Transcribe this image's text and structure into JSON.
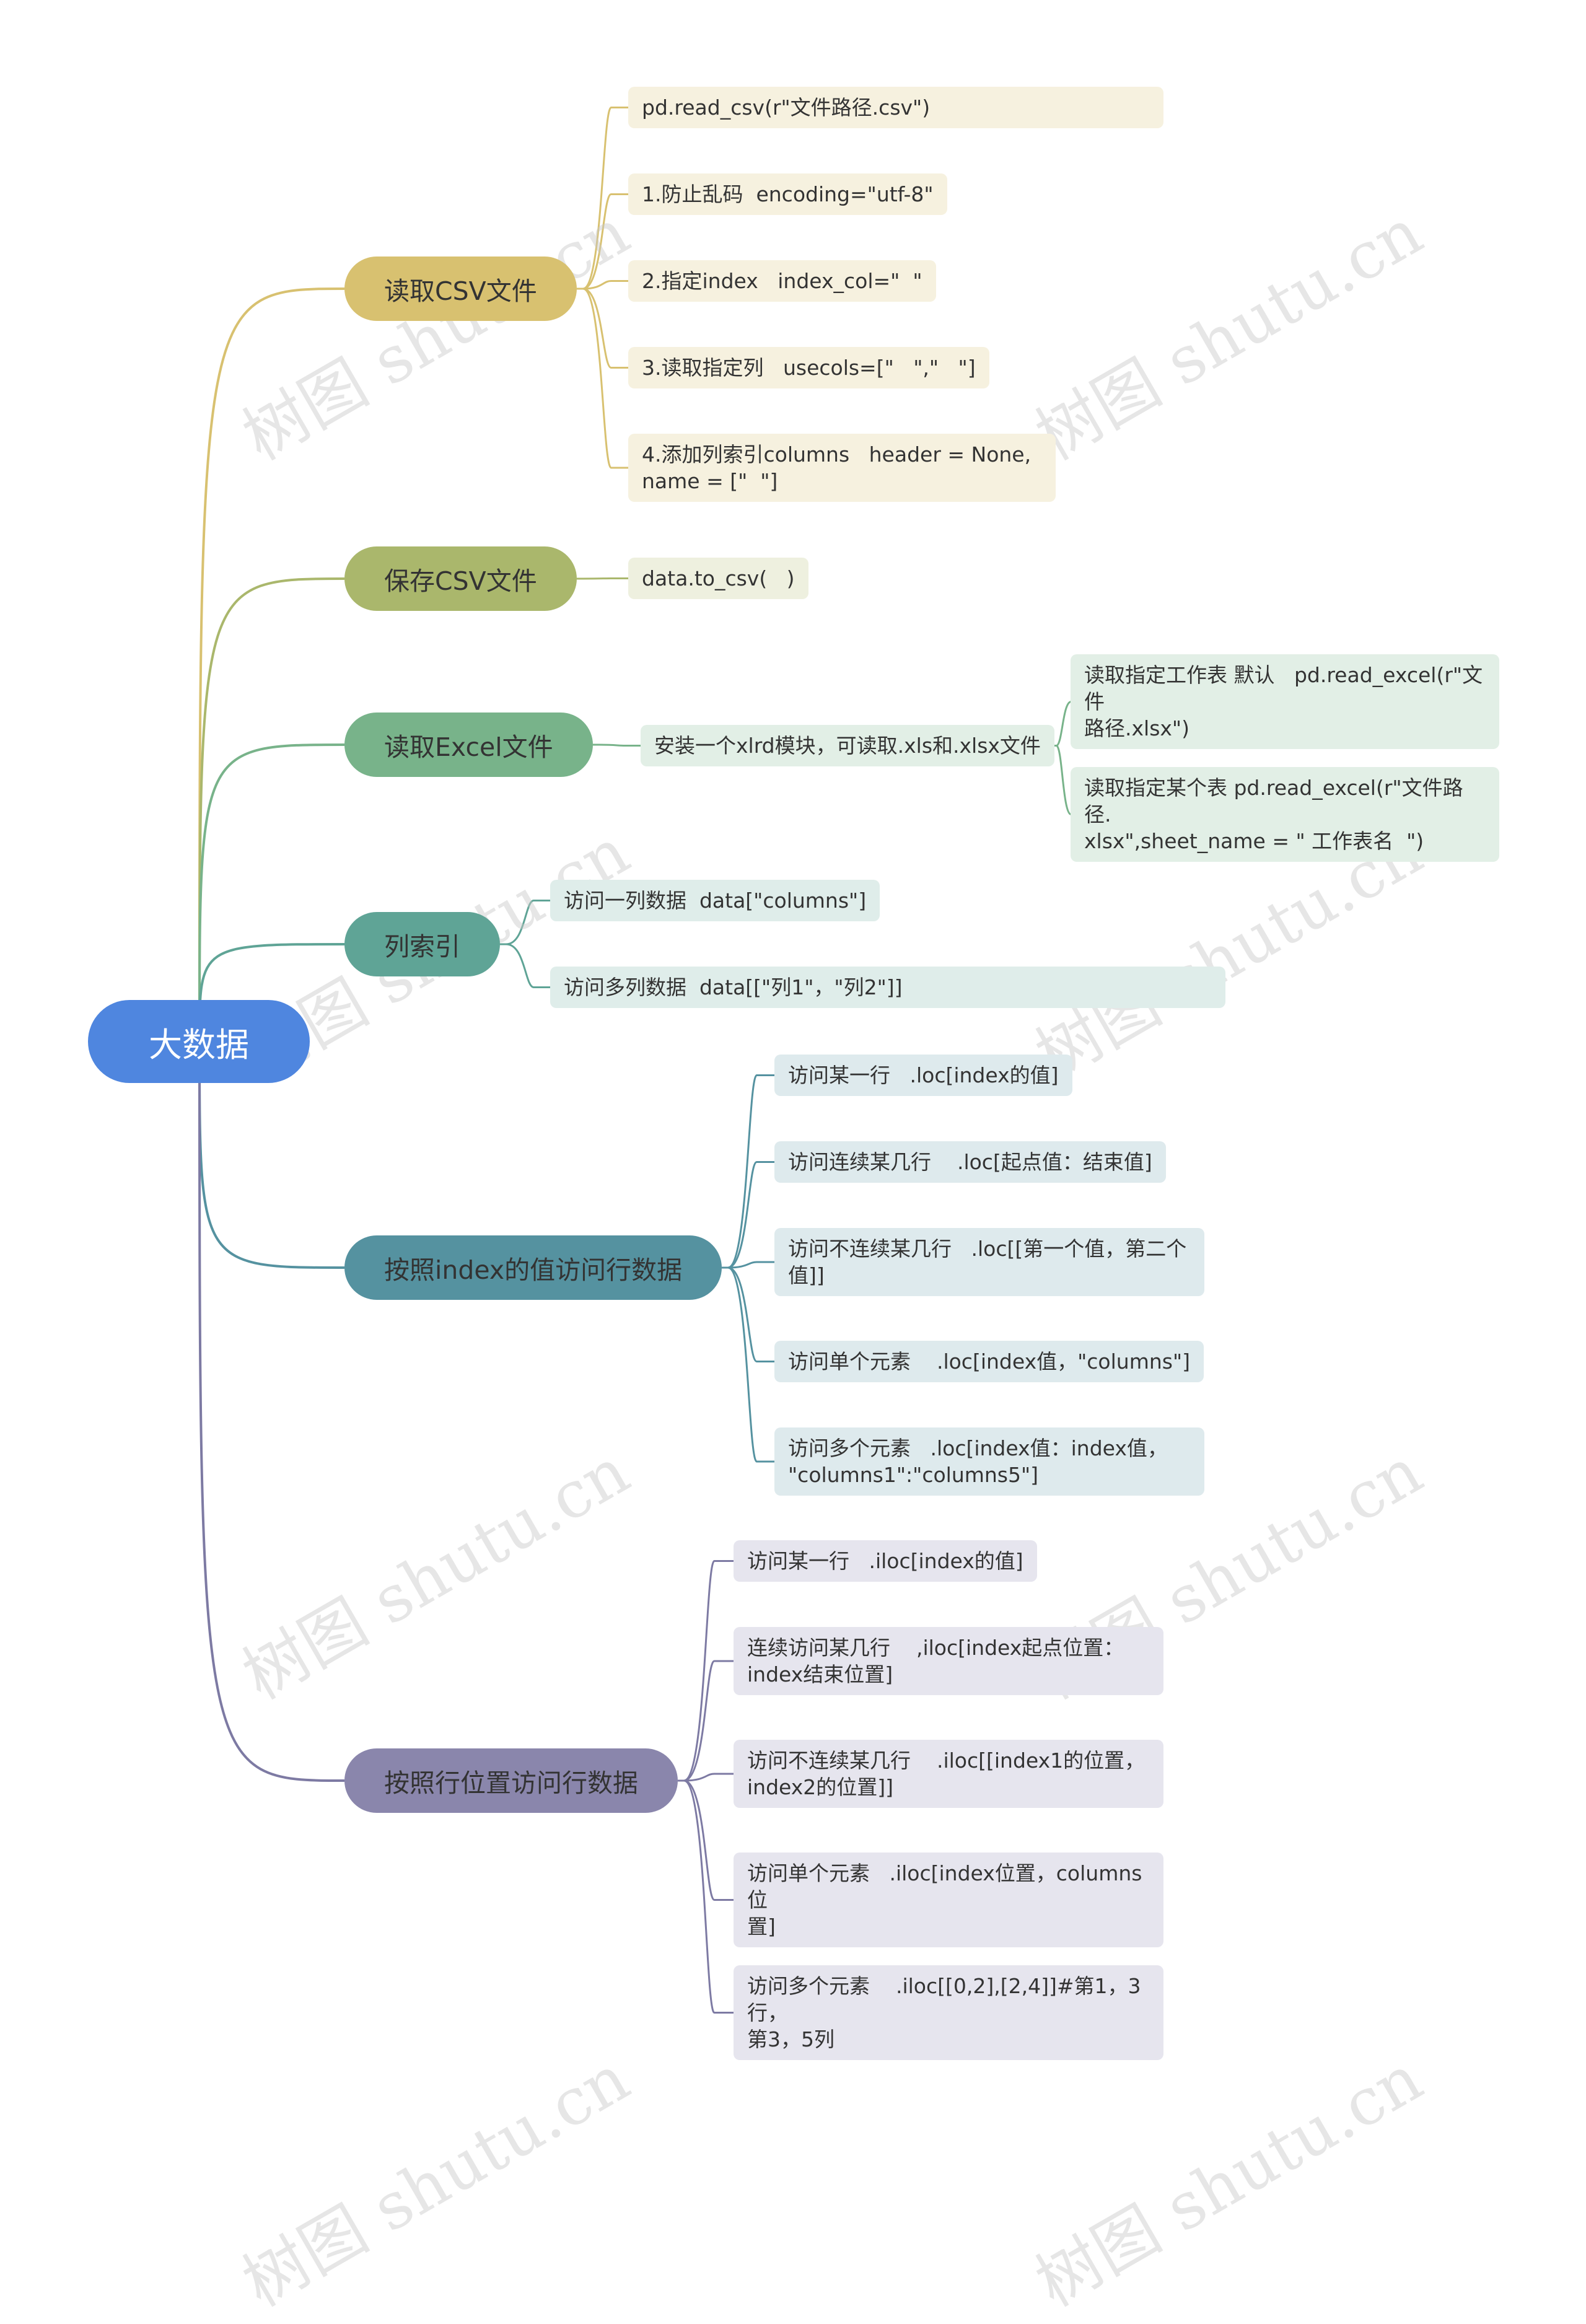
{
  "watermark": "树图 shutu.cn",
  "root": {
    "label": "大数据",
    "color": "#4f86df"
  },
  "branches": [
    {
      "label": "读取CSV文件",
      "color": "#d8c170",
      "leaf_bg": "#f6f1df",
      "line": "#d8c170",
      "children": [
        {
          "label": "pd.read_csv(r\"文件路径.csv\")"
        },
        {
          "label": "1.防止乱码  encoding=\"utf-8\""
        },
        {
          "label": "2.指定index   index_col=\"  \""
        },
        {
          "label": "3.读取指定列   usecols=[\"   \",\"   \"]"
        },
        {
          "label": "4.添加列索引columns   header = None,\nname = [\"  \"]"
        }
      ]
    },
    {
      "label": "保存CSV文件",
      "color": "#aab76c",
      "leaf_bg": "#eef0df",
      "line": "#aab76c",
      "children": [
        {
          "label": "data.to_csv(   )"
        }
      ]
    },
    {
      "label": "读取Excel文件",
      "color": "#78b38a",
      "leaf_bg": "#e2efe6",
      "line": "#78b38a",
      "children": [
        {
          "label": "安装一个xlrd模块，可读取.xls和.xlsx文件",
          "children": [
            {
              "label": "读取指定工作表 默认   pd.read_excel(r\"文件\n路径.xlsx\")"
            },
            {
              "label": "读取指定某个表 pd.read_excel(r\"文件路径.\nxlsx\",sheet_name = \" 工作表名  \")"
            }
          ]
        }
      ]
    },
    {
      "label": "列索引",
      "color": "#5fa496",
      "leaf_bg": "#dfedea",
      "line": "#5fa496",
      "children": [
        {
          "label": "访问一列数据  data[\"columns\"]"
        },
        {
          "label": "访问多列数据  data[[\"列1\"，\"列2\"]]"
        }
      ]
    },
    {
      "label": "按照index的值访问行数据",
      "color": "#5592a0",
      "leaf_bg": "#deeaed",
      "line": "#5592a0",
      "children": [
        {
          "label": "访问某一行   .loc[index的值]"
        },
        {
          "label": "访问连续某几行    .loc[起点值：结束值]"
        },
        {
          "label": "访问不连续某几行   .loc[[第一个值，第二个\n值]]"
        },
        {
          "label": "访问单个元素    .loc[index值，\"columns\"]"
        },
        {
          "label": "访问多个元素   .loc[index值：index值，\n\"columns1\":\"columns5\"]"
        }
      ]
    },
    {
      "label": "按照行位置访问行数据",
      "color": "#8a86ac",
      "leaf_bg": "#e6e5ee",
      "line": "#7d7aa3",
      "children": [
        {
          "label": "访问某一行   .iloc[index的值]"
        },
        {
          "label": "连续访问某几行    ,iloc[index起点位置：\nindex结束位置]"
        },
        {
          "label": "访问不连续某几行    .iloc[[index1的位置，\nindex2的位置]]"
        },
        {
          "label": "访问单个元素   .iloc[index位置，columns位\n置]"
        },
        {
          "label": "访问多个元素    .iloc[[0,2],[2,4]]#第1，3行，\n第3，5列"
        }
      ]
    }
  ]
}
